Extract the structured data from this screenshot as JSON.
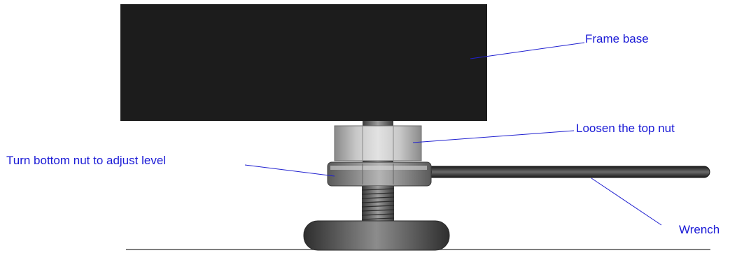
{
  "diagram": {
    "labels": {
      "frame_base": "Frame base",
      "top_nut": "Loosen the top nut",
      "bottom_nut": "Turn bottom nut to adjust level",
      "wrench": "Wrench"
    },
    "colors": {
      "label_text": "#1a1ad6",
      "leader_line": "#2020d0",
      "frame": "#1c1c1c",
      "nut_light": "#d4d4d4",
      "nut_dark": "#7a7a7a",
      "wrench_body": "#2a2a2a",
      "foot": "#4a4a4a",
      "floor": "#555555"
    }
  }
}
